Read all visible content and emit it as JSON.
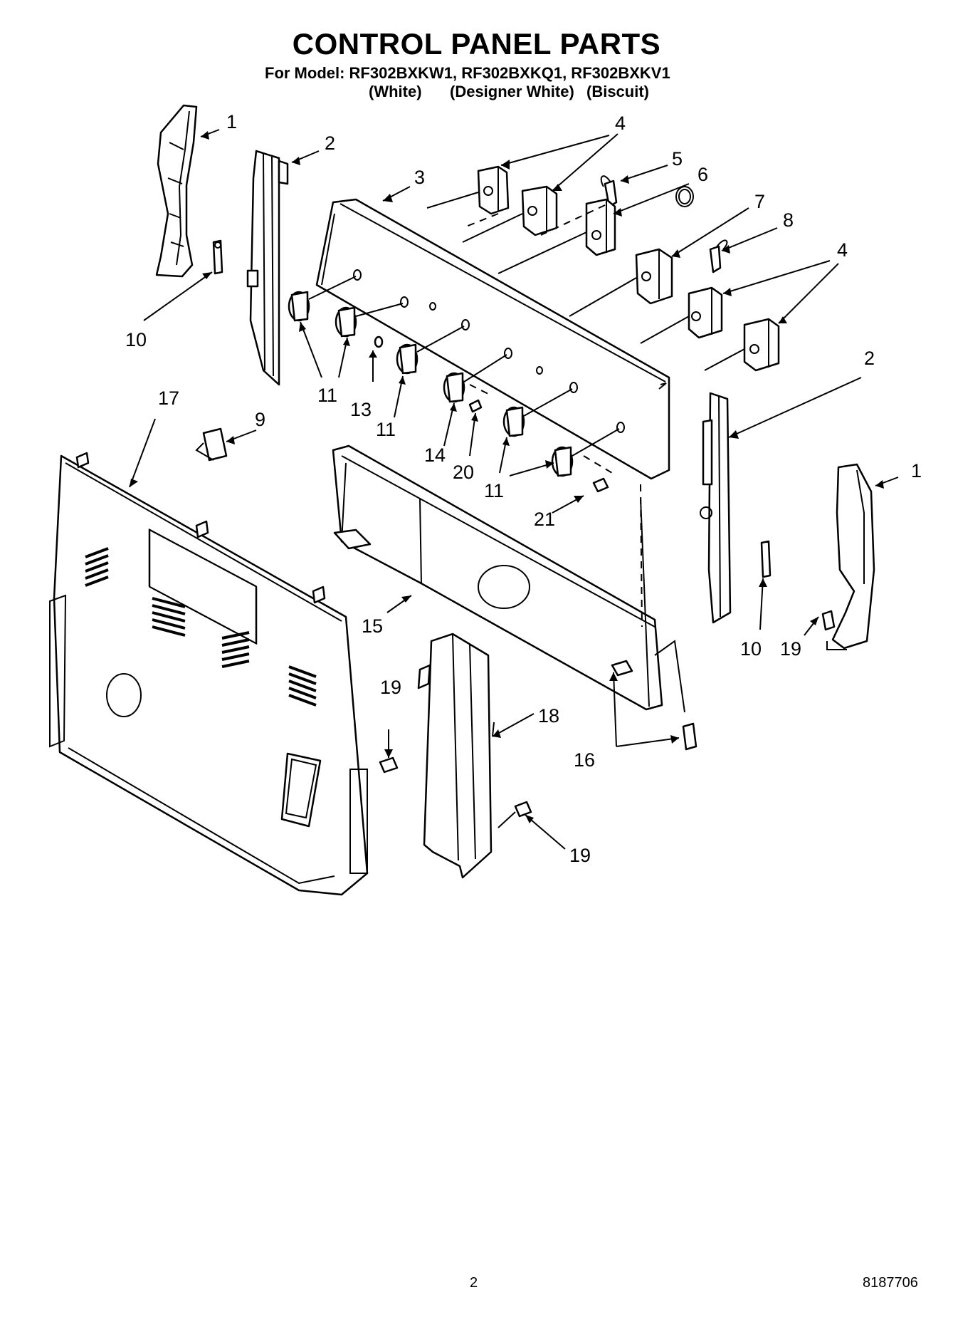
{
  "header": {
    "title": "CONTROL PANEL PARTS",
    "model_line": "For Model: RF302BXKW1, RF302BXKQ1, RF302BXKV1",
    "variants": [
      "(White)",
      "(Designer White)",
      "(Biscuit)"
    ]
  },
  "callouts": {
    "c1a": "1",
    "c1b": "1",
    "c2a": "2",
    "c2b": "2",
    "c3": "3",
    "c4a": "4",
    "c4b": "4",
    "c5": "5",
    "c6": "6",
    "c7": "7",
    "c8": "8",
    "c9": "9",
    "c10a": "10",
    "c10b": "10",
    "c11a": "11",
    "c11b": "11",
    "c11c": "11",
    "c13": "13",
    "c14": "14",
    "c15": "15",
    "c16": "16",
    "c17": "17",
    "c18": "18",
    "c19a": "19",
    "c19b": "19",
    "c19c": "19",
    "c20": "20",
    "c21": "21"
  },
  "footer": {
    "page": "2",
    "doc_number": "8187706"
  }
}
